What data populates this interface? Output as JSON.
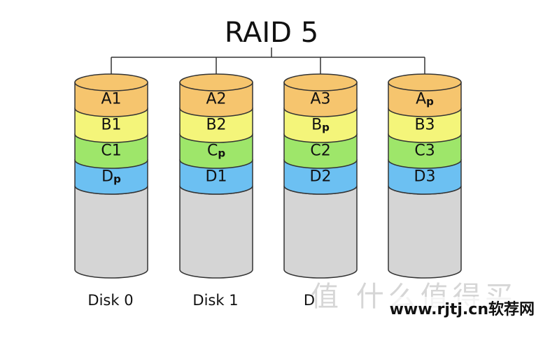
{
  "title": "RAID 5",
  "colors": {
    "A": "#f6c56e",
    "B": "#f4f57a",
    "C": "#9ee66a",
    "D": "#6cc0f2",
    "empty": "#d5d5d5",
    "stroke": "#333333"
  },
  "disks": [
    {
      "label": "Disk 0",
      "blocks": [
        {
          "row": "A",
          "text": "A",
          "sub": "1",
          "parity": false
        },
        {
          "row": "B",
          "text": "B",
          "sub": "1",
          "parity": false
        },
        {
          "row": "C",
          "text": "C",
          "sub": "1",
          "parity": false
        },
        {
          "row": "D",
          "text": "D",
          "sub": "p",
          "parity": true
        }
      ]
    },
    {
      "label": "Disk 1",
      "blocks": [
        {
          "row": "A",
          "text": "A",
          "sub": "2",
          "parity": false
        },
        {
          "row": "B",
          "text": "B",
          "sub": "2",
          "parity": false
        },
        {
          "row": "C",
          "text": "C",
          "sub": "p",
          "parity": true
        },
        {
          "row": "D",
          "text": "D",
          "sub": "1",
          "parity": false
        }
      ]
    },
    {
      "label": "D",
      "blocks": [
        {
          "row": "A",
          "text": "A",
          "sub": "3",
          "parity": false
        },
        {
          "row": "B",
          "text": "B",
          "sub": "p",
          "parity": true
        },
        {
          "row": "C",
          "text": "C",
          "sub": "2",
          "parity": false
        },
        {
          "row": "D",
          "text": "D",
          "sub": "2",
          "parity": false
        }
      ]
    },
    {
      "label": "",
      "blocks": [
        {
          "row": "A",
          "text": "A",
          "sub": "p",
          "parity": true
        },
        {
          "row": "B",
          "text": "B",
          "sub": "3",
          "parity": false
        },
        {
          "row": "C",
          "text": "C",
          "sub": "3",
          "parity": false
        },
        {
          "row": "D",
          "text": "D",
          "sub": "3",
          "parity": false
        }
      ]
    }
  ],
  "watermark": "www.rjtj.cn软荐网",
  "watermark_faint": "值 什么值得买"
}
